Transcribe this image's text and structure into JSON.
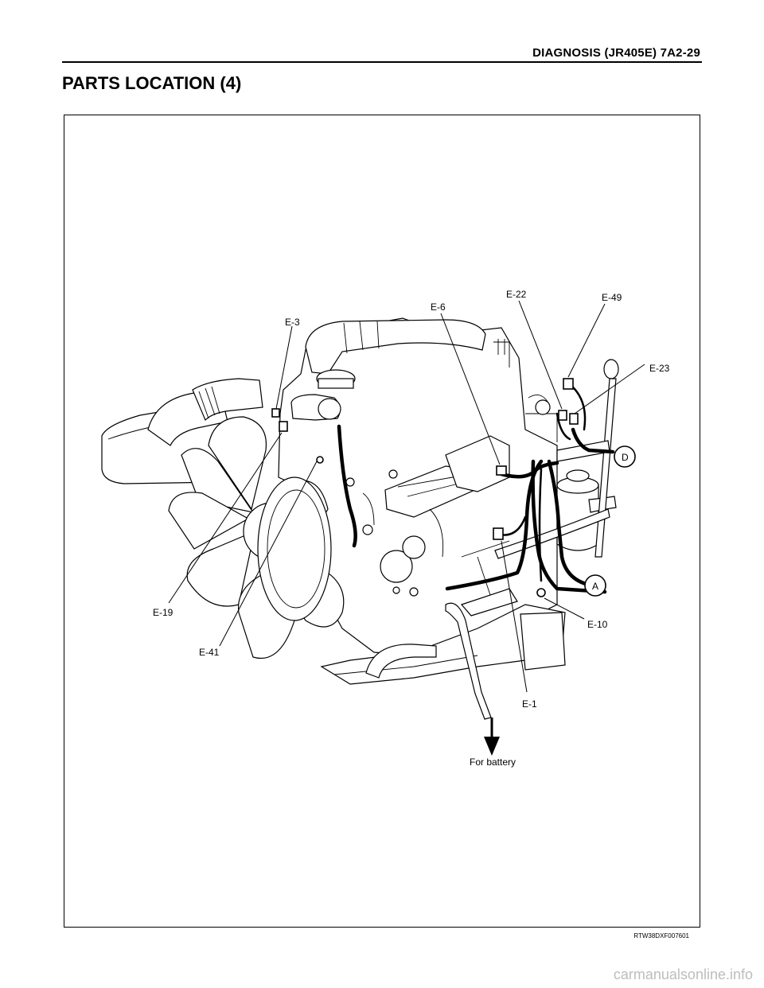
{
  "header": {
    "title": "DIAGNOSIS (JR405E)  7A2-29"
  },
  "section": {
    "title": "PARTS LOCATION (4)"
  },
  "figure": {
    "code": "RTW38DXF007601",
    "labels": {
      "e3": "E-3",
      "e6": "E-6",
      "e22": "E-22",
      "e49": "E-49",
      "e23": "E-23",
      "d": "D",
      "a": "A",
      "e10": "E-10",
      "e19": "E-19",
      "e41": "E-41",
      "e1": "E-1",
      "for_battery": "For battery"
    }
  },
  "watermark": "carmanualsonline.info"
}
